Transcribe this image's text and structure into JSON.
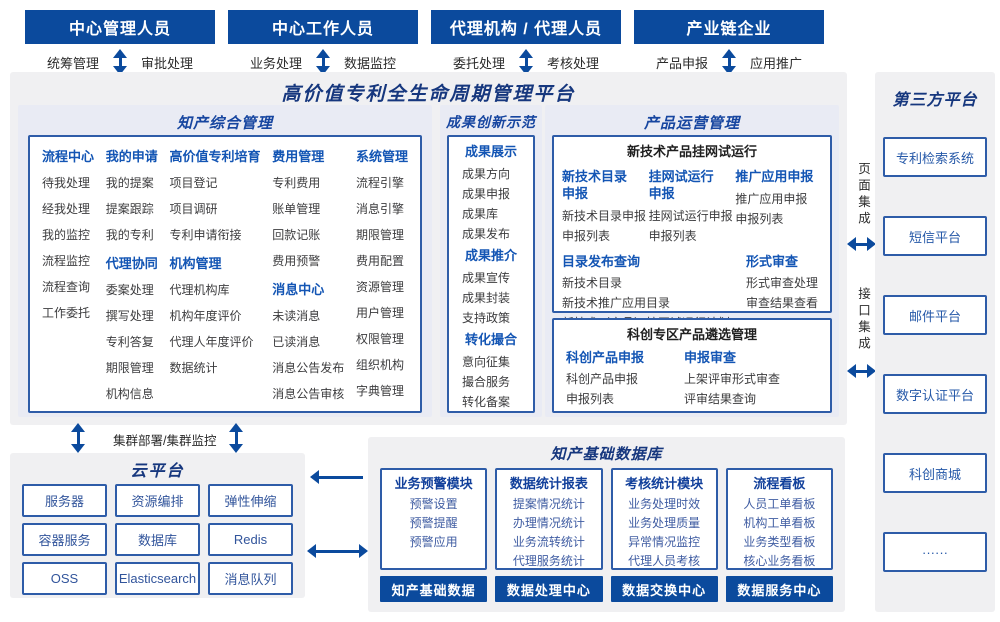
{
  "colors": {
    "primary_blue": "#0b4a9d",
    "box_border_blue": "#2e5ca8",
    "title_navy": "#16377e",
    "group_header_blue": "#1355b4"
  },
  "actors": [
    {
      "title": "中心管理人员",
      "left_label": "统筹管理",
      "right_label": "审批处理"
    },
    {
      "title": "中心工作人员",
      "left_label": "业务处理",
      "right_label": "数据监控"
    },
    {
      "title": "代理机构 / 代理人员",
      "left_label": "委托处理",
      "right_label": "考核处理"
    },
    {
      "title": "产业链企业",
      "left_label": "产品申报",
      "right_label": "应用推广"
    }
  ],
  "platform": {
    "title": "高价值专利全生命周期管理平台",
    "zhichan": {
      "title": "知产综合管理",
      "columns": [
        {
          "blocks": [
            {
              "c": "group-title",
              "x": "流程中心"
            },
            {
              "c": "leaf",
              "x": "待我处理"
            },
            {
              "c": "leaf",
              "x": "经我处理"
            },
            {
              "c": "leaf",
              "x": "我的监控"
            },
            {
              "c": "leaf",
              "x": "流程监控"
            },
            {
              "c": "leaf",
              "x": "流程查询"
            },
            {
              "c": "leaf",
              "x": "工作委托"
            }
          ]
        },
        {
          "blocks": [
            {
              "c": "group-title",
              "x": "我的申请"
            },
            {
              "c": "leaf",
              "x": "我的提案"
            },
            {
              "c": "leaf",
              "x": "提案跟踪"
            },
            {
              "c": "leaf",
              "x": "我的专利"
            },
            {
              "c": "group-title",
              "x": "代理协同"
            },
            {
              "c": "leaf",
              "x": "委案处理"
            },
            {
              "c": "leaf",
              "x": "撰写处理"
            },
            {
              "c": "leaf",
              "x": "专利答复"
            },
            {
              "c": "leaf",
              "x": "期限管理"
            },
            {
              "c": "leaf",
              "x": "机构信息"
            }
          ]
        },
        {
          "blocks": [
            {
              "c": "group-title",
              "x": "高价值专利培育"
            },
            {
              "c": "leaf",
              "x": "项目登记"
            },
            {
              "c": "leaf",
              "x": "项目调研"
            },
            {
              "c": "leaf",
              "x": "专利申请衔接"
            },
            {
              "c": "group-title",
              "x": "机构管理"
            },
            {
              "c": "leaf",
              "x": "代理机构库"
            },
            {
              "c": "leaf",
              "x": "机构年度评价"
            },
            {
              "c": "leaf",
              "x": "代理人年度评价"
            },
            {
              "c": "leaf",
              "x": "数据统计"
            }
          ]
        },
        {
          "blocks": [
            {
              "c": "group-title",
              "x": "费用管理"
            },
            {
              "c": "leaf",
              "x": "专利费用"
            },
            {
              "c": "leaf",
              "x": "账单管理"
            },
            {
              "c": "leaf",
              "x": "回款记账"
            },
            {
              "c": "leaf",
              "x": "费用预警"
            },
            {
              "c": "group-title",
              "x": "消息中心"
            },
            {
              "c": "leaf",
              "x": "未读消息"
            },
            {
              "c": "leaf",
              "x": "已读消息"
            },
            {
              "c": "leaf",
              "x": "消息公告发布"
            },
            {
              "c": "leaf",
              "x": "消息公告审核"
            }
          ]
        },
        {
          "blocks": [
            {
              "c": "group-title",
              "x": "系统管理"
            },
            {
              "c": "leaf",
              "x": "流程引擎"
            },
            {
              "c": "leaf",
              "x": "消息引擎"
            },
            {
              "c": "leaf",
              "x": "期限管理"
            },
            {
              "c": "leaf",
              "x": "费用配置"
            },
            {
              "c": "leaf",
              "x": "资源管理"
            },
            {
              "c": "leaf",
              "x": "用户管理"
            },
            {
              "c": "leaf",
              "x": "权限管理"
            },
            {
              "c": "leaf",
              "x": "组织机构"
            },
            {
              "c": "leaf",
              "x": "字典管理"
            }
          ]
        }
      ]
    },
    "chengguo": {
      "title": "成果创新示范",
      "blocks": [
        {
          "c": "group-title",
          "x": "成果展示"
        },
        {
          "c": "leaf",
          "x": "成果方向"
        },
        {
          "c": "leaf",
          "x": "成果申报"
        },
        {
          "c": "leaf",
          "x": "成果库"
        },
        {
          "c": "leaf",
          "x": "成果发布"
        },
        {
          "c": "group-title",
          "x": "成果推介"
        },
        {
          "c": "leaf",
          "x": "成果宣传"
        },
        {
          "c": "leaf",
          "x": "成果封装"
        },
        {
          "c": "leaf",
          "x": "支持政策"
        },
        {
          "c": "group-title",
          "x": "转化撮合"
        },
        {
          "c": "leaf",
          "x": "意向征集"
        },
        {
          "c": "leaf",
          "x": "撮合服务"
        },
        {
          "c": "leaf",
          "x": "转化备案"
        }
      ]
    },
    "product": {
      "title": "产品运营管理",
      "guawang": {
        "title": "新技术产品挂网试运行",
        "apply_columns": [
          {
            "title": "新技术目录申报",
            "items": [
              "新技术目录申报",
              "申报列表"
            ]
          },
          {
            "title": "挂网试运行申报",
            "items": [
              "挂网试运行申报",
              "申报列表"
            ]
          },
          {
            "title": "推广应用申报",
            "items": [
              "推广应用申报",
              "申报列表"
            ]
          }
        ],
        "catalog": {
          "title": "目录发布查询",
          "items": [
            "新技术目录",
            "新技术推广应用目录",
            "新技术（产品）挂网试运行计划"
          ]
        },
        "review": {
          "title": "形式审查",
          "items": [
            "形式审查处理",
            "审查结果查看"
          ]
        }
      },
      "kechuang": {
        "title": "科创专区产品遴选管理",
        "col1": {
          "title": "科创产品申报",
          "items": [
            "科创产品申报",
            "申报列表"
          ]
        },
        "col2": {
          "title": "申报审查",
          "items": [
            "上架评审形式审查",
            "评审结果查询"
          ]
        }
      }
    }
  },
  "integration": {
    "page": "页面集成",
    "interface": "接口集成"
  },
  "third_party": {
    "title": "第三方平台",
    "items": [
      "专利检索系统",
      "短信平台",
      "邮件平台",
      "数字认证平台",
      "科创商城",
      "······"
    ]
  },
  "cluster_label": "集群部署/集群监控",
  "cloud": {
    "title": "云平台",
    "items": [
      "服务器",
      "资源编排",
      "弹性伸缩",
      "容器服务",
      "数据库",
      "Redis",
      "OSS",
      "Elasticsearch",
      "消息队列"
    ]
  },
  "database": {
    "title": "知产基础数据库",
    "modules": [
      {
        "title": "业务预警模块",
        "items": [
          "预警设置",
          "预警提醒",
          "预警应用"
        ]
      },
      {
        "title": "数据统计报表",
        "items": [
          "提案情况统计",
          "办理情况统计",
          "业务流转统计",
          "代理服务统计"
        ]
      },
      {
        "title": "考核统计模块",
        "items": [
          "业务处理时效",
          "业务处理质量",
          "异常情况监控",
          "代理人员考核"
        ]
      },
      {
        "title": "流程看板",
        "items": [
          "人员工单看板",
          "机构工单看板",
          "业务类型看板",
          "核心业务看板"
        ]
      }
    ],
    "bars": [
      "知产基础数据",
      "数据处理中心",
      "数据交换中心",
      "数据服务中心"
    ]
  }
}
